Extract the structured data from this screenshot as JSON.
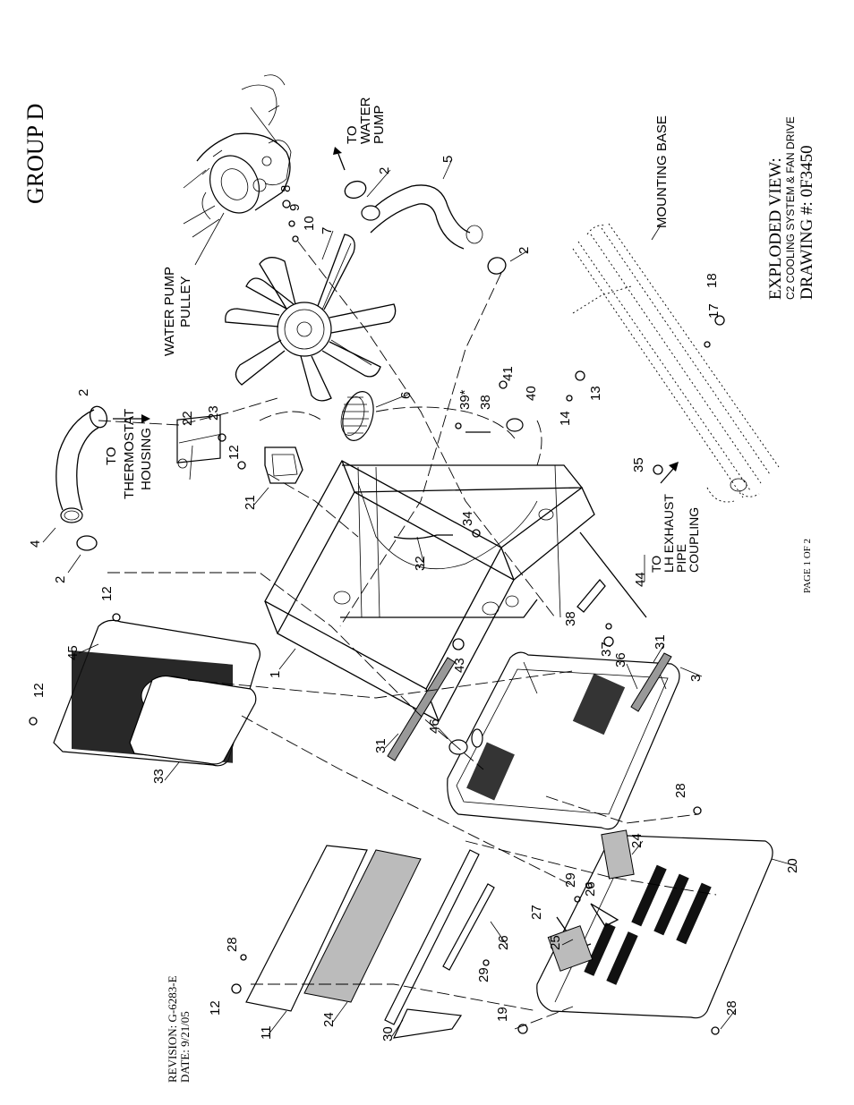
{
  "group_title": "GROUP D",
  "title_block": {
    "line1": "EXPLODED VIEW:",
    "line2": "C2 COOLING SYSTEM & FAN DRIVE",
    "line3": "DRAWING #: 0F3450"
  },
  "revision": "REVISION: G-6283-E",
  "date": "DATE:  9/21/05",
  "page": "PAGE 1 OF 2",
  "notes": {
    "water_pump_pulley": [
      "WATER PUMP",
      "PULLEY"
    ],
    "to_water_pump": [
      "TO",
      "WATER",
      "PUMP"
    ],
    "mounting_base": "MOUNTING BASE",
    "to_thermostat_housing": [
      "TO",
      "THERMOSTAT",
      "HOUSING"
    ],
    "to_lh_exhaust": [
      "TO",
      "LH EXHAUST",
      "PIPE",
      "COUPLING"
    ]
  },
  "callouts": {
    "c1": "1",
    "c2a": "2",
    "c2b": "2",
    "c2c": "2",
    "c2d": "2",
    "c3": "3",
    "c4": "4",
    "c5": "5",
    "c6": "6",
    "c7": "7",
    "c8": "8",
    "c9": "9",
    "c10": "10",
    "c11": "11",
    "c12a": "12",
    "c12b": "12",
    "c12c": "12",
    "c12d": "12",
    "c13": "13",
    "c14": "14",
    "c17": "17",
    "c18": "18",
    "c19": "19",
    "c20": "20",
    "c21": "21",
    "c22": "22",
    "c23": "23",
    "c24a": "24",
    "c24b": "24",
    "c25": "25",
    "c26a": "26",
    "c26b": "26",
    "c27": "27",
    "c28a": "28",
    "c28b": "28",
    "c28c": "28",
    "c29a": "29",
    "c29b": "29",
    "c30": "30",
    "c31a": "31",
    "c31b": "31",
    "c32": "32",
    "c33": "33",
    "c34": "34",
    "c35": "35",
    "c36": "36",
    "c37": "37",
    "c38a": "38",
    "c38b": "38",
    "c39": "39*",
    "c40": "40",
    "c41": "41",
    "c43": "43",
    "c44": "44",
    "c45": "45",
    "c46": "46"
  }
}
